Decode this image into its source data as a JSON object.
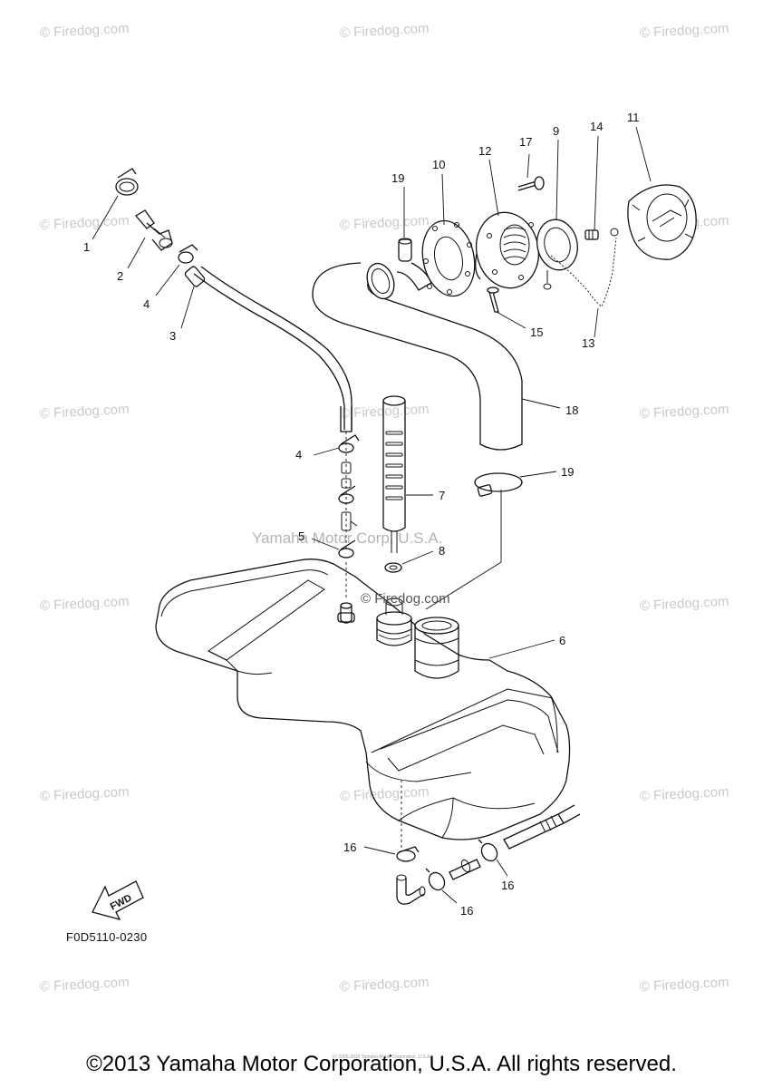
{
  "watermark": "© Firedog.com",
  "center_watermark": "Yamaha Motor Corp. U.S.A.",
  "part_code": "F0D5110-0230",
  "fwd_label": "FWD",
  "callouts": [
    "1",
    "2",
    "4",
    "3",
    "19",
    "10",
    "12",
    "17",
    "9",
    "14",
    "11",
    "15",
    "13",
    "18",
    "4",
    "7",
    "19",
    "5",
    "8",
    "6",
    "16",
    "16",
    "16"
  ],
  "copyright": "©2013 Yamaha Motor Corporation, U.S.A. All rights reserved.",
  "tiny_footer": "(c) 2005-2015 Yamaha Motor Corporation, U.S.A."
}
